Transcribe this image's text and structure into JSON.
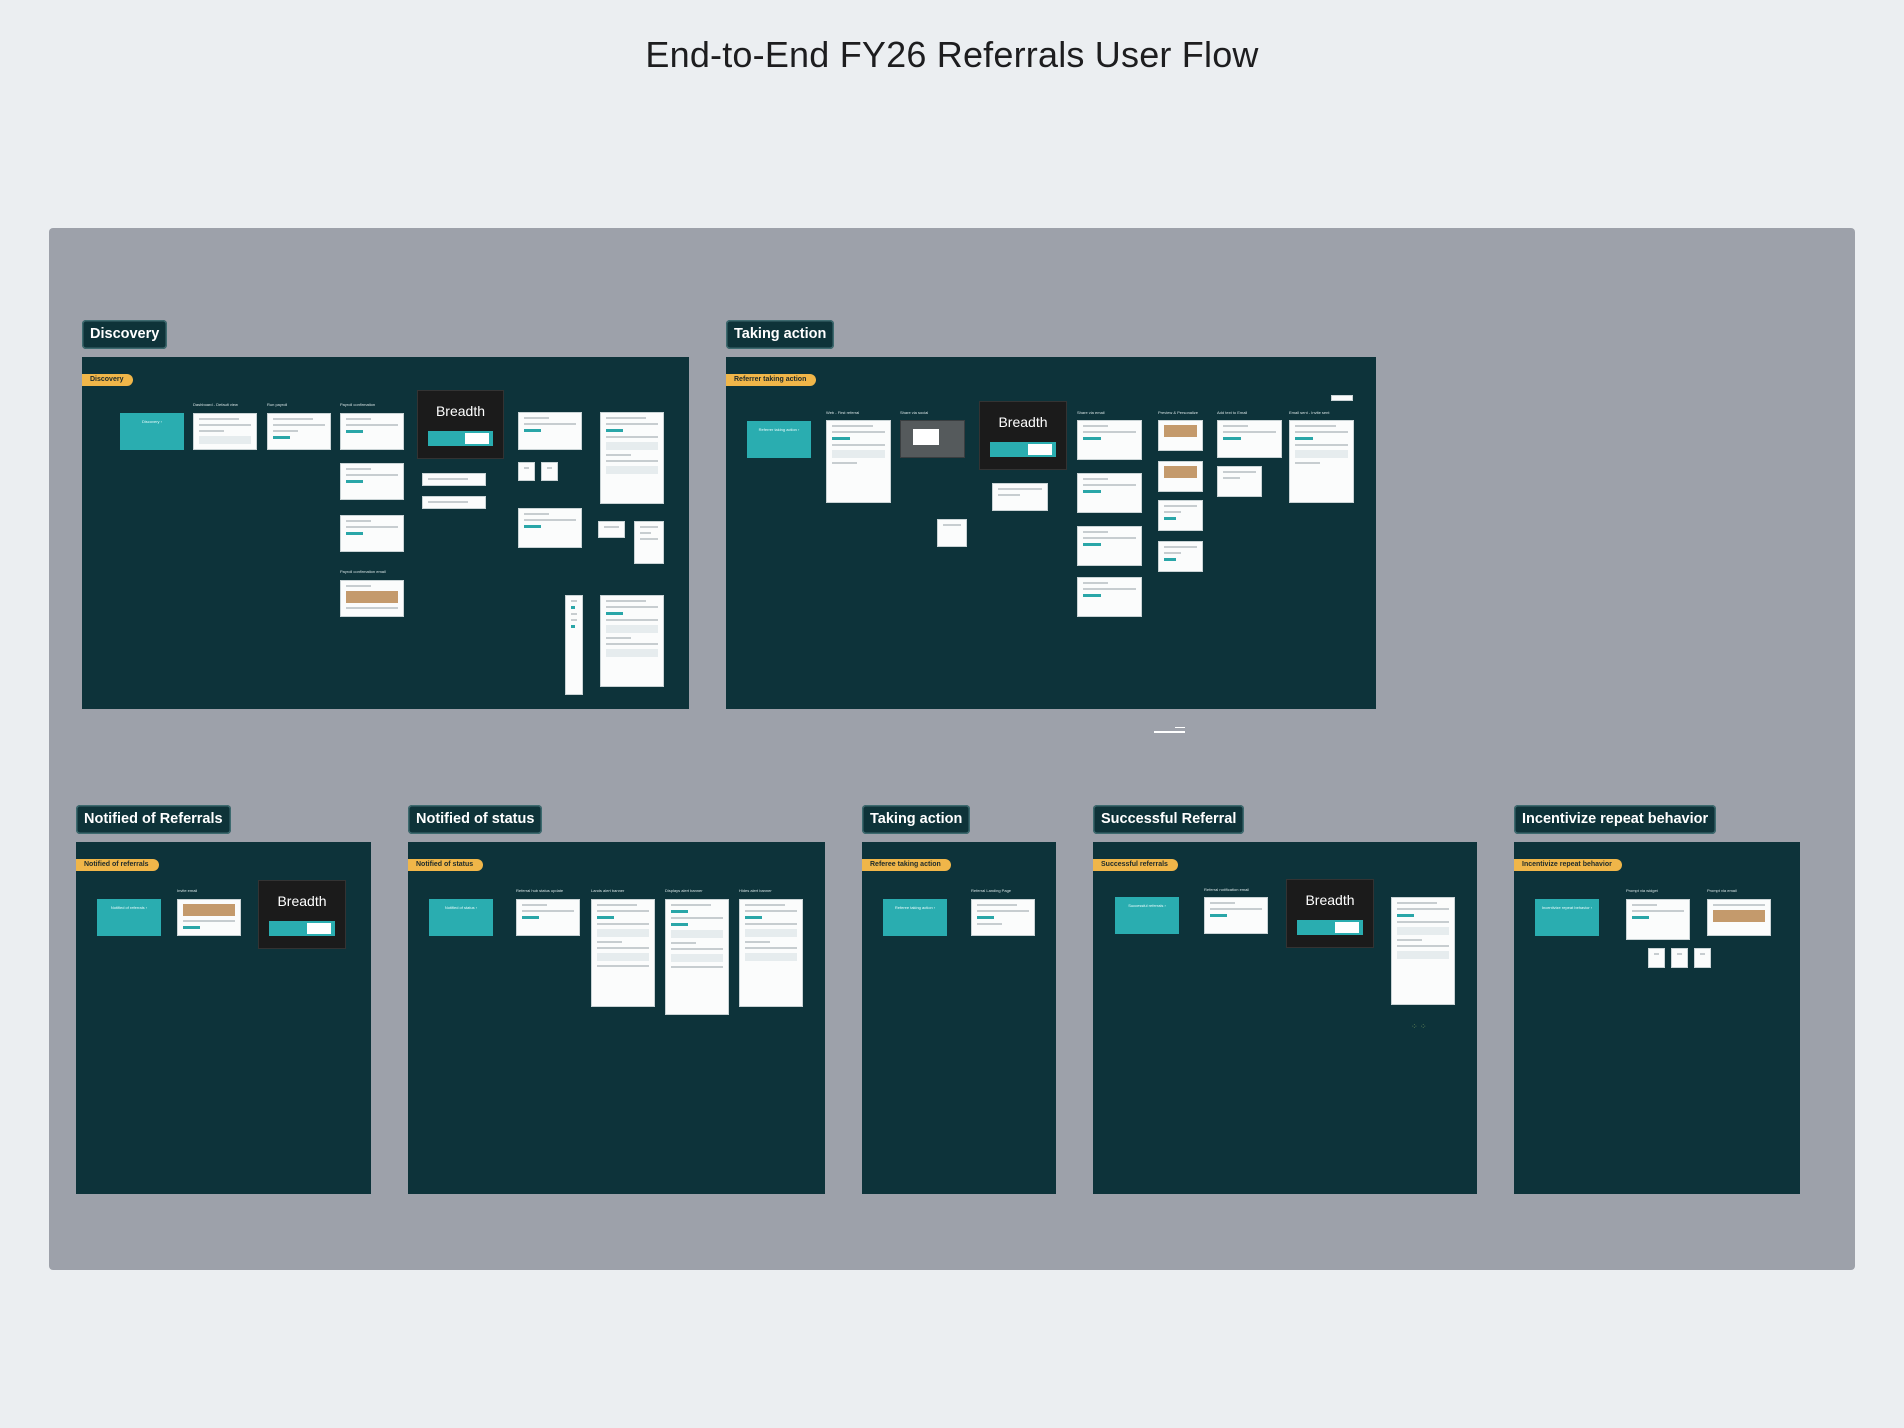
{
  "page": {
    "title": "End-to-End FY26 Referrals User Flow"
  },
  "sections": {
    "discovery": {
      "tag": "Discovery",
      "pill": "Discovery",
      "start_card": "Discovery ›",
      "steps": [
        "Dashboard - Default view",
        "Run payroll",
        "Payroll confirmation",
        "Payroll confirmation email"
      ],
      "breadth": "Breadth"
    },
    "taking_action_referrer": {
      "tag": "Taking action",
      "pill": "Referrer taking action",
      "start_card": "Referrer taking action ›",
      "steps": [
        "Web - First referral",
        "Share via social",
        "Share via email",
        "Preview & Personalize",
        "Add text to Email",
        "Email sent - Invite sent"
      ],
      "breadth": "Breadth"
    },
    "notified_referrals": {
      "tag": "Notified of Referrals",
      "pill": "Notified of referrals",
      "start_card": "Notified of referrals ›",
      "steps": [
        "Invite email"
      ],
      "breadth": "Breadth"
    },
    "notified_status": {
      "tag": "Notified of status",
      "pill": "Notified of status",
      "start_card": "Notified of status ›",
      "steps": [
        "Referral hub status update",
        "Lands alert banner",
        "Displays alert banner",
        "Hides alert banner"
      ]
    },
    "taking_action_referee": {
      "tag": "Taking action",
      "pill": "Referee taking action",
      "start_card": "Referee taking action ›",
      "steps": [
        "Referral Landing Page"
      ]
    },
    "successful_referral": {
      "tag": "Successful Referral",
      "pill": "Successful referrals",
      "start_card": "Successful referrals ›",
      "steps": [
        "Referral notification email"
      ],
      "breadth": "Breadth"
    },
    "incentivize": {
      "tag": "Incentivize repeat behavior",
      "pill": "Incentivize repeat behavior",
      "start_card": "Incentivize repeat behavior ›",
      "steps": [
        "Prompt via widget",
        "Prompt via email"
      ]
    }
  }
}
